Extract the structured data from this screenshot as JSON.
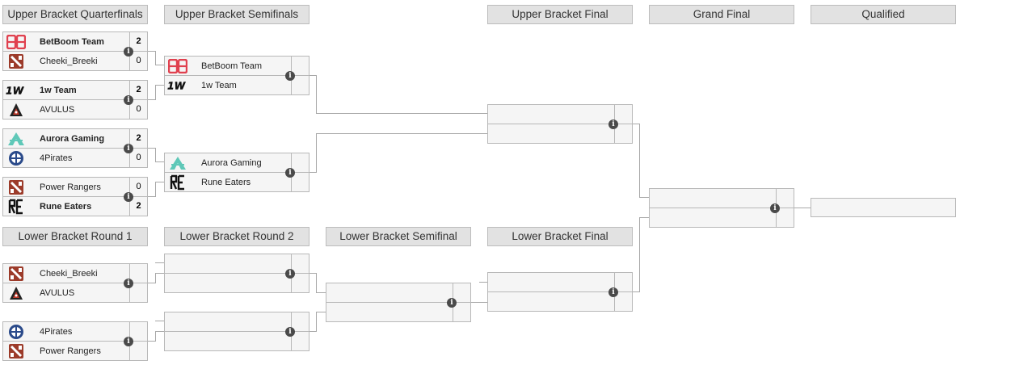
{
  "headers": {
    "ubqf": "Upper Bracket Quarterfinals",
    "ubsf": "Upper Bracket Semifinals",
    "ubf": "Upper Bracket Final",
    "gf": "Grand Final",
    "qualified": "Qualified",
    "lbr1": "Lower Bracket Round 1",
    "lbr2": "Lower Bracket Round 2",
    "lbsf": "Lower Bracket Semifinal",
    "lbf": "Lower Bracket Final"
  },
  "matches": {
    "ubqf1": {
      "team1": "BetBoom Team",
      "score1": "2",
      "team2": "Cheeki_Breeki",
      "score2": "0"
    },
    "ubqf2": {
      "team1": "1w Team",
      "score1": "2",
      "team2": "AVULUS",
      "score2": "0"
    },
    "ubqf3": {
      "team1": "Aurora Gaming",
      "score1": "2",
      "team2": "4Pirates",
      "score2": "0"
    },
    "ubqf4": {
      "team1": "Power Rangers",
      "score1": "0",
      "team2": "Rune Eaters",
      "score2": "2"
    },
    "ubsf1": {
      "team1": "BetBoom Team",
      "team2": "1w Team"
    },
    "ubsf2": {
      "team1": "Aurora Gaming",
      "team2": "Rune Eaters"
    },
    "lbr1a": {
      "team1": "Cheeki_Breeki",
      "team2": "AVULUS"
    },
    "lbr1b": {
      "team1": "4Pirates",
      "team2": "Power Rangers"
    }
  },
  "info_glyph": "i",
  "colors": {
    "betboom": "#e0414f",
    "aurora": "#5fc8b8",
    "pirates": "#2a4a8a",
    "dota": "#9c3b2a"
  }
}
